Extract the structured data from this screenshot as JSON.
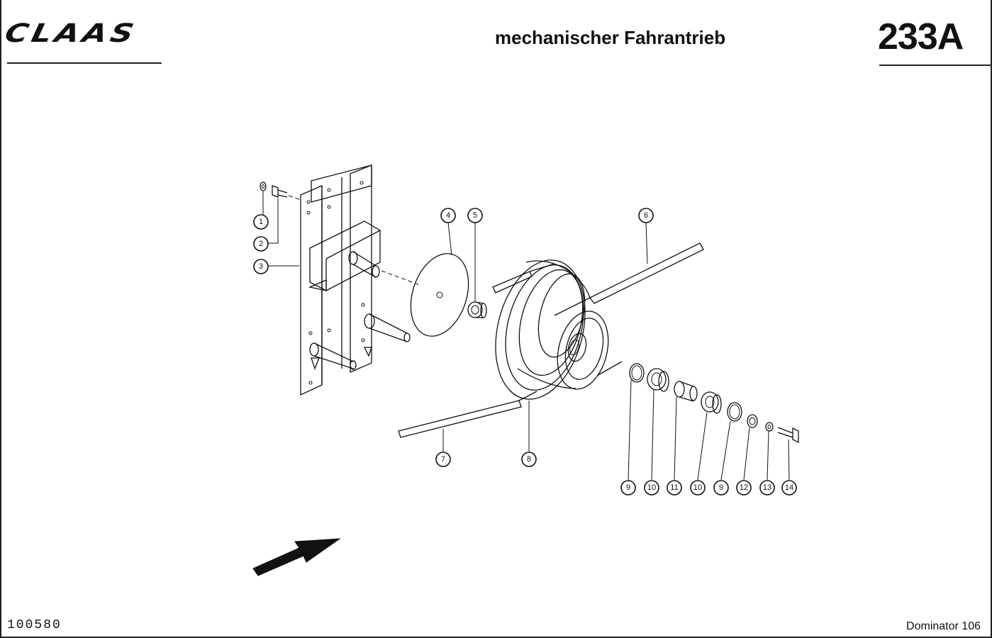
{
  "header": {
    "logo": "CLAAS",
    "title": "mechanischer Fahrantrieb",
    "page_number": "233A"
  },
  "footer": {
    "document_number": "100580",
    "model": "Dominator 106"
  },
  "callouts": [
    {
      "label": "1"
    },
    {
      "label": "2"
    },
    {
      "label": "3"
    },
    {
      "label": "4"
    },
    {
      "label": "5"
    },
    {
      "label": "6"
    },
    {
      "label": "7"
    },
    {
      "label": "8"
    },
    {
      "label": "9"
    },
    {
      "label": "10"
    },
    {
      "label": "11"
    },
    {
      "label": "10"
    },
    {
      "label": "9"
    },
    {
      "label": "12"
    },
    {
      "label": "13"
    },
    {
      "label": "14"
    }
  ]
}
